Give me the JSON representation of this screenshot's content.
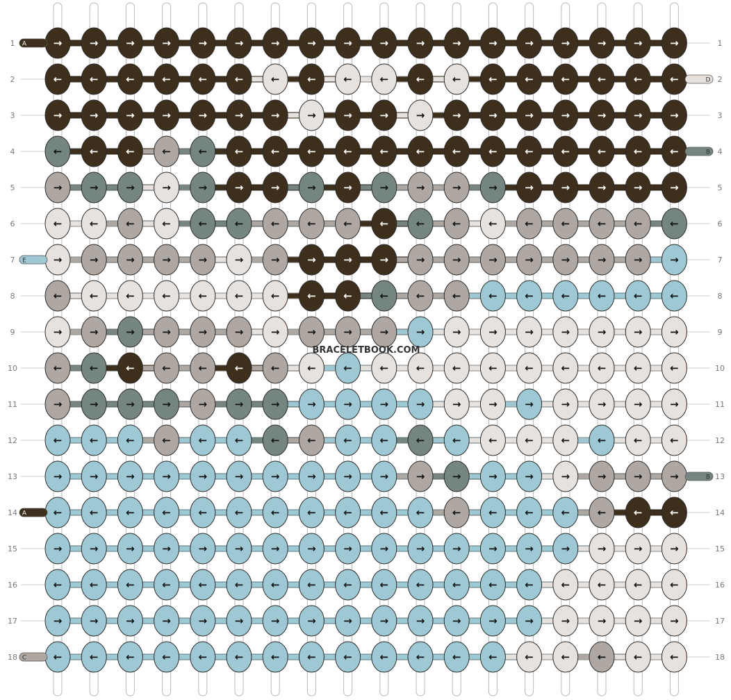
{
  "watermark": "BRACELETBOOK.COM",
  "colors": {
    "A": "#3d2f1b",
    "B": "#75857f",
    "C": "#aea7a2",
    "D": "#e8e2de",
    "E": "#9ec9d4"
  },
  "strings": [
    {
      "letter": "A",
      "color": "A"
    },
    {
      "letter": "B",
      "color": "B"
    },
    {
      "letter": "C",
      "color": "C"
    },
    {
      "letter": "D",
      "color": "D"
    },
    {
      "letter": "E",
      "color": "E"
    }
  ],
  "string_tags": [
    {
      "letter": "A",
      "row": 1,
      "side": "left",
      "color": "A"
    },
    {
      "letter": "D",
      "row": 2,
      "side": "right",
      "color": "D"
    },
    {
      "letter": "B",
      "row": 4,
      "side": "right",
      "color": "B"
    },
    {
      "letter": "E",
      "row": 7,
      "side": "left",
      "color": "E"
    },
    {
      "letter": "B",
      "row": 13,
      "side": "right",
      "color": "B"
    },
    {
      "letter": "A",
      "row": 14,
      "side": "left",
      "color": "A"
    },
    {
      "letter": "C",
      "row": 18,
      "side": "left",
      "color": "C"
    }
  ],
  "row_labels": [
    "1",
    "2",
    "3",
    "4",
    "5",
    "6",
    "7",
    "8",
    "9",
    "10",
    "11",
    "12",
    "13",
    "14",
    "15",
    "16",
    "17",
    "18"
  ],
  "arrows": {
    "right": "→",
    "left": "←"
  },
  "grid": {
    "columns": 18,
    "rows": [
      {
        "dir": "right",
        "knots": "AAAAAAAAAAAAAAAAAA"
      },
      {
        "dir": "left",
        "knots": "AAAAAADADDADAAAAAA"
      },
      {
        "dir": "right",
        "knots": "AAAAAAADAADAAAAAAA"
      },
      {
        "dir": "left",
        "knots": "BAACBAAAAAAAAAAAAA"
      },
      {
        "dir": "right",
        "knots": "CBBDBAABABCCBAAAAA"
      },
      {
        "dir": "left",
        "knots": "DDCDBBCCCABCDCCCCB"
      },
      {
        "dir": "right",
        "knots": "DCCCCDCAAACCCCCCCE"
      },
      {
        "dir": "left",
        "knots": "CDDDDDDAABCCEEEEEE"
      },
      {
        "dir": "right",
        "knots": "DCBCCCDCCCEDDDDDDD"
      },
      {
        "dir": "left",
        "knots": "CBACCACDEDDDDDDDDD"
      },
      {
        "dir": "right",
        "knots": "CBBBCBBEEEEDDEDDDD"
      },
      {
        "dir": "left",
        "knots": "EEECEEBCEEBEDDDEDD"
      },
      {
        "dir": "right",
        "knots": "EEEEEEEEEECBEEDCCC"
      },
      {
        "dir": "left",
        "knots": "EEEEEEEEEEECEEECAA"
      },
      {
        "dir": "right",
        "knots": "EEEEEEEEEEEEEEEDDD"
      },
      {
        "dir": "left",
        "knots": "EEEEEEEEEEEEEEDDDD"
      },
      {
        "dir": "right",
        "knots": "EEEEEEEEEEEEEEDDDD"
      },
      {
        "dir": "left",
        "knots": "EEEEEEEEEEEEEDDCDD"
      }
    ]
  }
}
